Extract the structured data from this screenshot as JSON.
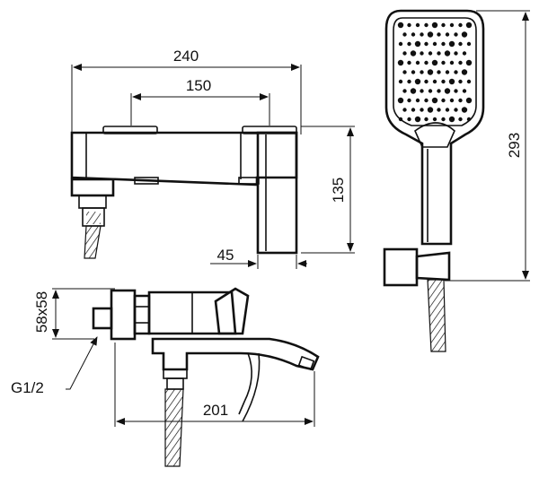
{
  "dimensions": {
    "width_overall": "240",
    "mount_spacing": "150",
    "height_body": "135",
    "depth_lever": "45",
    "spout_projection": "201",
    "handshower_length": "293",
    "nut_size": "58x58",
    "thread": "G1/2"
  }
}
